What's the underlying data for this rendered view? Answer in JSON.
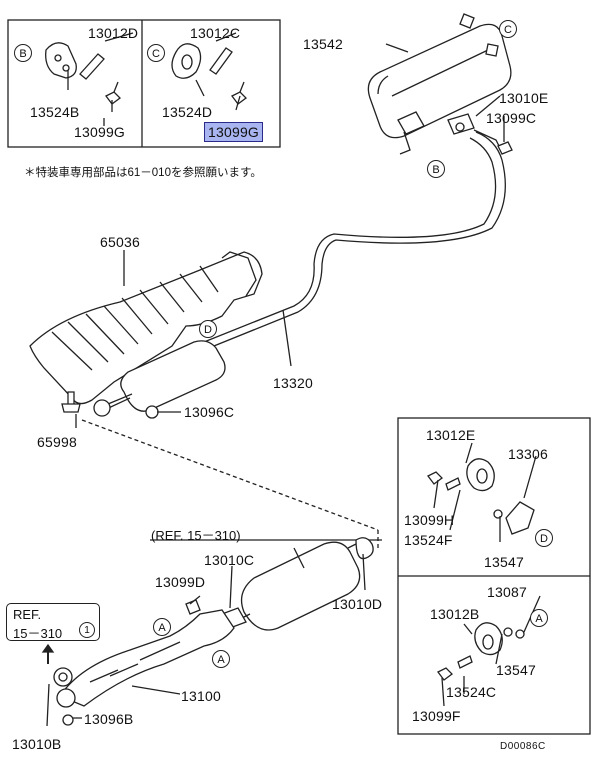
{
  "note": "＊特装車専用部品は61－010を参照願います。",
  "ref_top": "(REF. 15－310)",
  "ref_box": {
    "line1": "REF.",
    "line2": "15－310",
    "circled": "1"
  },
  "diagram_code": "D00086C",
  "parts": {
    "p13012D": "13012D",
    "p13524B": "13524B",
    "p13099G_a": "13099G",
    "p13012C": "13012C",
    "p13524D": "13524D",
    "p13099G_b": "13099G",
    "p13542": "13542",
    "p13010E": "13010E",
    "p13099C": "13099C",
    "p65036": "65036",
    "p13320": "13320",
    "p13096C": "13096C",
    "p65998": "65998",
    "p13012E": "13012E",
    "p13306": "13306",
    "p13099H": "13099H",
    "p13524F": "13524F",
    "p13547a": "13547",
    "p13087": "13087",
    "p13012B": "13012B",
    "p13547b": "13547",
    "p13524C": "13524C",
    "p13099F": "13099F",
    "p13010C": "13010C",
    "p13099D": "13099D",
    "p13010D": "13010D",
    "p13100": "13100",
    "p13096B": "13096B",
    "p13010B": "13010B"
  },
  "callouts": {
    "A": "A",
    "B": "B",
    "C": "C",
    "D": "D"
  }
}
